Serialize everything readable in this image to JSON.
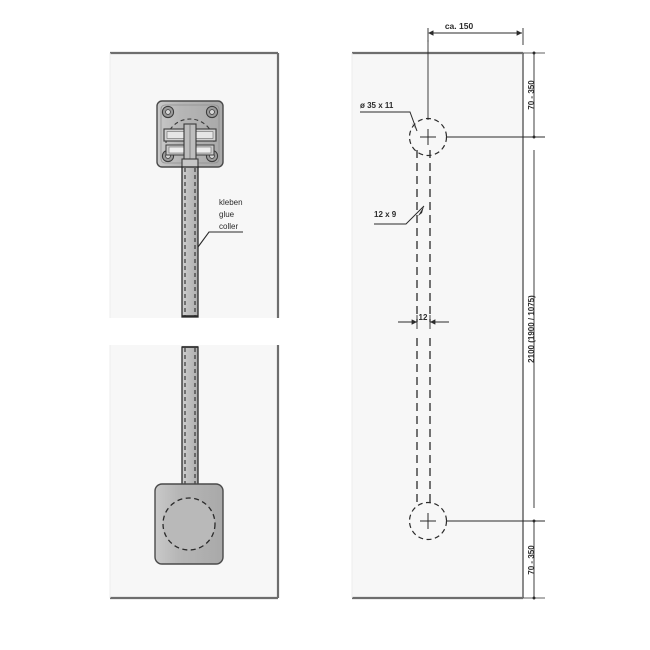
{
  "drawing": {
    "title": "Mounting / drilling diagram",
    "background_color": "#ffffff",
    "panel_fill": "#f7f7f7",
    "panel_stroke": "#6e6e6e",
    "plate_fill": "#b8b8b8",
    "plate_stroke": "#4a4a4a",
    "line_color": "#2b2b2b"
  },
  "views": {
    "left": {
      "name": "installation-view",
      "glue_note": {
        "line1": "kleben",
        "line2": "glue",
        "line3": "coller"
      }
    },
    "right": {
      "name": "drilling-pattern-view",
      "dimensions": {
        "horizontal_top": "ca. 150",
        "hole_spec": "ø 35 x 11",
        "slot_spec": "12 x 9",
        "slot_width": "12",
        "vertical_top": "70 - 350",
        "vertical_total": "2100 (1900 / 1075)",
        "vertical_bottom": "70 - 350"
      }
    }
  }
}
